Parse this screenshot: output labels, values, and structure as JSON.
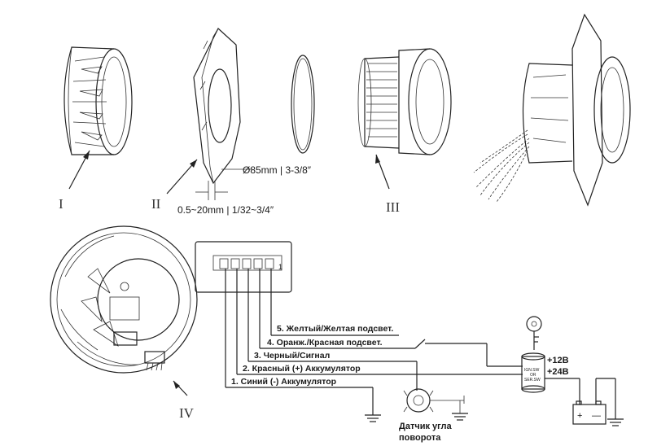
{
  "parts": {
    "part1_label": "I",
    "part2_label": "II",
    "part3_label": "III",
    "part4_label": "IV"
  },
  "dimensions": {
    "hole_diameter": "Ø85mm | 3-3/8″",
    "panel_thickness": "0.5~20mm | 1/32~3/4″"
  },
  "wiring": {
    "wire5": "5. Желтый/Желтая подсвет.",
    "wire4": "4. Оранж./Красная подсвет.",
    "wire3": "3. Черный/Сигнал",
    "wire2": "2. Красный (+) Аккумулятор",
    "wire1": "1. Синий (-) Аккумулятор",
    "connector_pin1": "1",
    "switch_labels": [
      "IGN.SW",
      "OR",
      "SER.SW"
    ],
    "voltage_12": "+12B",
    "voltage_24": "+24B",
    "battery_plus": "+",
    "battery_minus": "—",
    "sensor_label_line1": "Датчик угла",
    "sensor_label_line2": "поворота"
  },
  "colors": {
    "line": "#222222",
    "background": "#ffffff"
  }
}
